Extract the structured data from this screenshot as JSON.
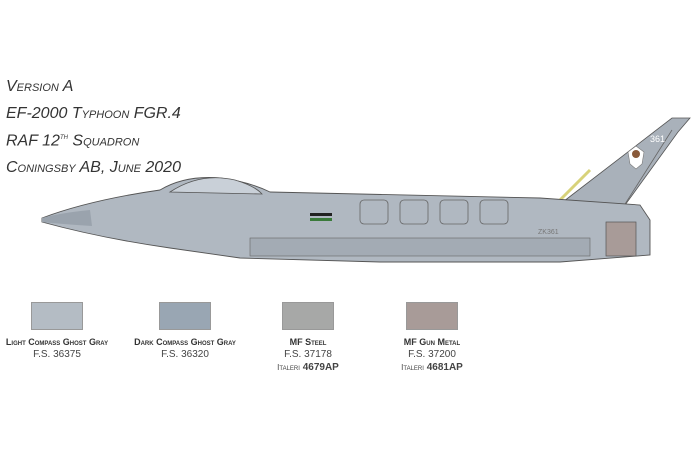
{
  "header": {
    "version": "Version A",
    "model": "EF-2000 Typhoon FGR.4",
    "unit_prefix": "RAF 12",
    "unit_sup": "th",
    "unit_suffix": "Squadron",
    "location": "Coningsby AB, June 2020"
  },
  "aircraft": {
    "fin_code": "361",
    "serial": "ZK361"
  },
  "swatches": [
    {
      "name": "Light Compass Ghost Gray",
      "fs": "F.S. 36375",
      "color": "#b4bcc4"
    },
    {
      "name": "Dark Compass Ghost Gray",
      "fs": "F.S. 36320",
      "color": "#99a6b3"
    },
    {
      "name": "MF Steel",
      "fs": "F.S. 37178",
      "brand": "Italeri",
      "code": "4679AP",
      "color": "#a7a8a7"
    },
    {
      "name": "MF Gun Metal",
      "fs": "F.S. 37200",
      "brand": "Italeri",
      "code": "4681AP",
      "color": "#a89b98"
    }
  ]
}
